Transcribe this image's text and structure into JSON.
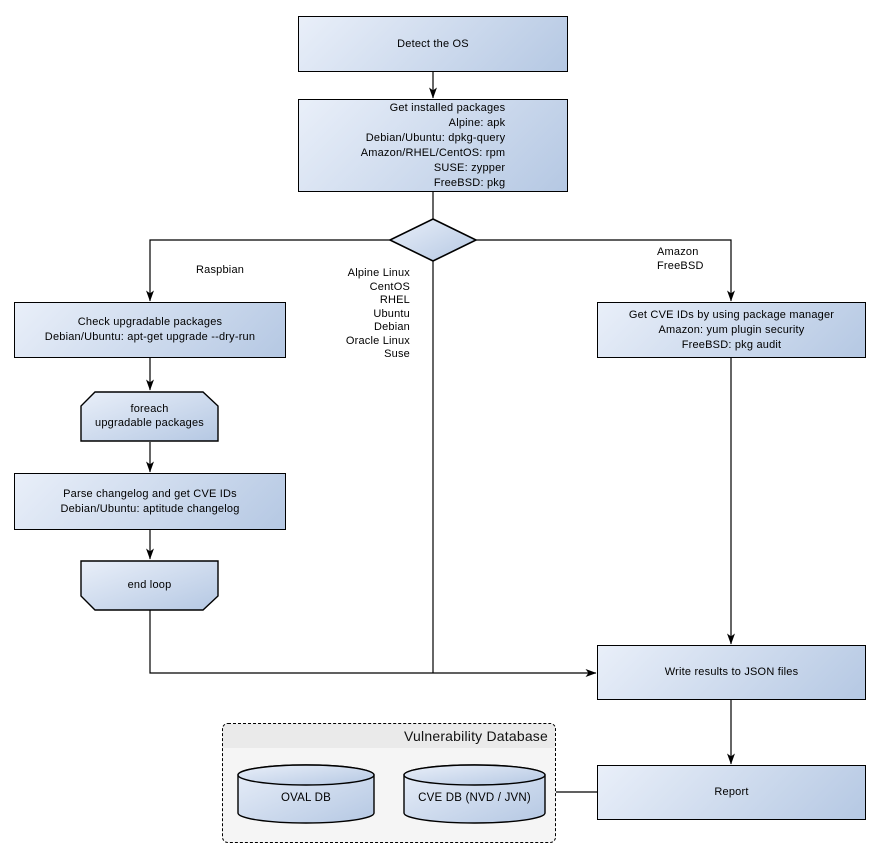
{
  "colors": {
    "node_gradient_start": "#e9eff9",
    "node_gradient_end": "#b5c8e3",
    "node_border": "#000000",
    "line": "#000000",
    "container_body": "#f5f5f5",
    "container_header": "#eaeaea"
  },
  "nodes": {
    "detect_os": {
      "label": "Detect the OS"
    },
    "get_installed_packages": {
      "lines": [
        "Get installed packages",
        "Alpine: apk",
        "Debian/Ubuntu: dpkg-query",
        "Amazon/RHEL/CentOS: rpm",
        "SUSE: zypper",
        "FreeBSD: pkg"
      ]
    },
    "check_upgradable": {
      "lines": [
        "Check upgradable packages",
        "Debian/Ubuntu: apt-get upgrade --dry-run"
      ]
    },
    "foreach_loop": {
      "lines": [
        "foreach",
        "upgradable packages"
      ]
    },
    "parse_changelog": {
      "lines": [
        "Parse changelog and get CVE IDs",
        "Debian/Ubuntu: aptitude changelog"
      ]
    },
    "end_loop": {
      "label": "end loop"
    },
    "get_cve_ids": {
      "lines": [
        "Get CVE IDs by using package manager",
        "Amazon: yum plugin security",
        "FreeBSD: pkg audit"
      ]
    },
    "write_results": {
      "label": "Write results to JSON files"
    },
    "report": {
      "label": "Report"
    },
    "oval_db": {
      "label": "OVAL DB"
    },
    "cve_db": {
      "label": "CVE DB (NVD / JVN)"
    }
  },
  "branch_labels": {
    "raspbian": "Raspbian",
    "amazon_freebsd": [
      "Amazon",
      "FreeBSD"
    ],
    "os_list": [
      "Alpine Linux",
      "CentOS",
      "RHEL",
      "Ubuntu",
      "Debian",
      "Oracle Linux",
      "Suse"
    ]
  },
  "container": {
    "title": "Vulnerability Database"
  }
}
